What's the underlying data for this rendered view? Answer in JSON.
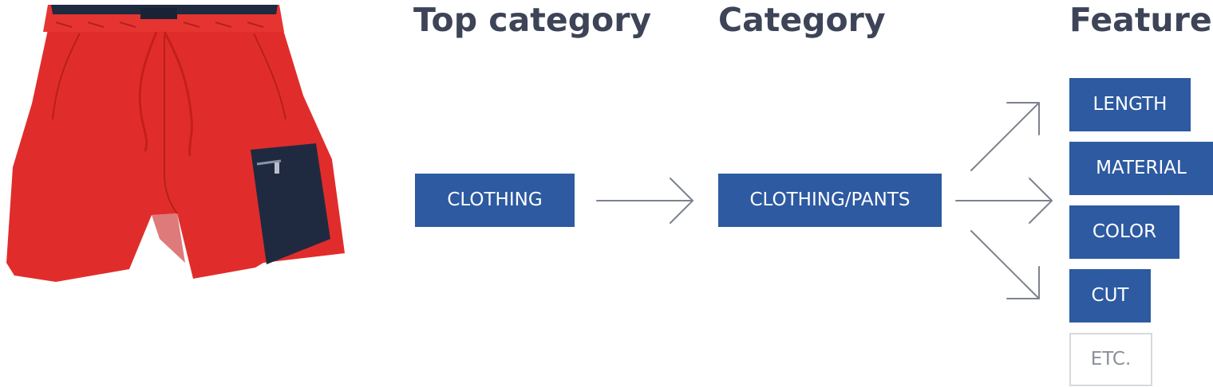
{
  "headings": {
    "top_category": "Top category",
    "category": "Category",
    "features": "Features"
  },
  "boxes": {
    "top_category": "CLOTHING",
    "category": "CLOTHING/PANTS"
  },
  "features": [
    "LENGTH",
    "MATERIAL",
    "COLOR",
    "CUT",
    "ETC."
  ],
  "colors": {
    "box_fill": "#2d5aa1",
    "box_text": "#ffffff",
    "heading_text": "#3d4457",
    "arrow": "#7c828f",
    "ghost_border": "#d7d9de",
    "ghost_text": "#8b8f99",
    "shorts_red": "#e02d2b",
    "pocket_navy": "#1f2a40"
  },
  "image": {
    "subject": "red-drawstring-shorts-with-navy-cargo-pocket"
  }
}
